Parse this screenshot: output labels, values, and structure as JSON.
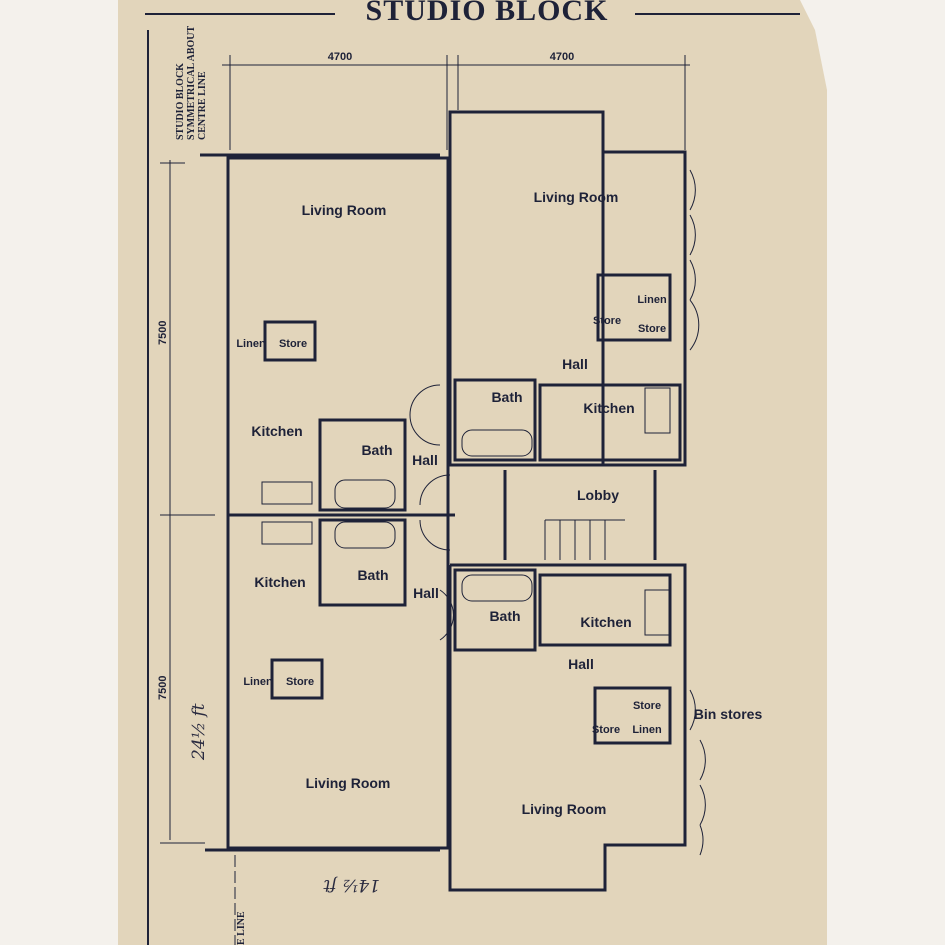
{
  "title": "STUDIO BLOCK",
  "note": [
    "STUDIO BLOCK",
    "SYMMETRICAL ABOUT",
    "CENTRE LINE"
  ],
  "centre_line_label": "E LINE",
  "dimensions": {
    "width_left": "4700",
    "width_right": "4700",
    "height_top": "7500",
    "height_bottom": "7500"
  },
  "handwritten": {
    "height": "24½ ft",
    "width": "14½ ft"
  },
  "rooms": {
    "tl_living": "Living Room",
    "tl_linen": "Linen",
    "tl_store": "Store",
    "tl_kitchen": "Kitchen",
    "tl_bath": "Bath",
    "tl_hall": "Hall",
    "bl_kitchen": "Kitchen",
    "bl_bath": "Bath",
    "bl_hall": "Hall",
    "bl_linen": "Linen",
    "bl_store": "Store",
    "bl_living": "Living Room",
    "tr_living": "Living Room",
    "tr_linen": "Linen",
    "tr_store": "Store",
    "tr_store2": "Store",
    "tr_hall": "Hall",
    "tr_bath": "Bath",
    "tr_kitchen": "Kitchen",
    "lobby": "Lobby",
    "br_bath": "Bath",
    "br_kitchen": "Kitchen",
    "br_hall": "Hall",
    "br_store": "Store",
    "br_store2": "Store",
    "br_linen": "Linen",
    "br_bin": "Bin stores",
    "br_living": "Living Room"
  },
  "colors": {
    "paper": "#e2d5bb",
    "ink": "#1e2238"
  }
}
